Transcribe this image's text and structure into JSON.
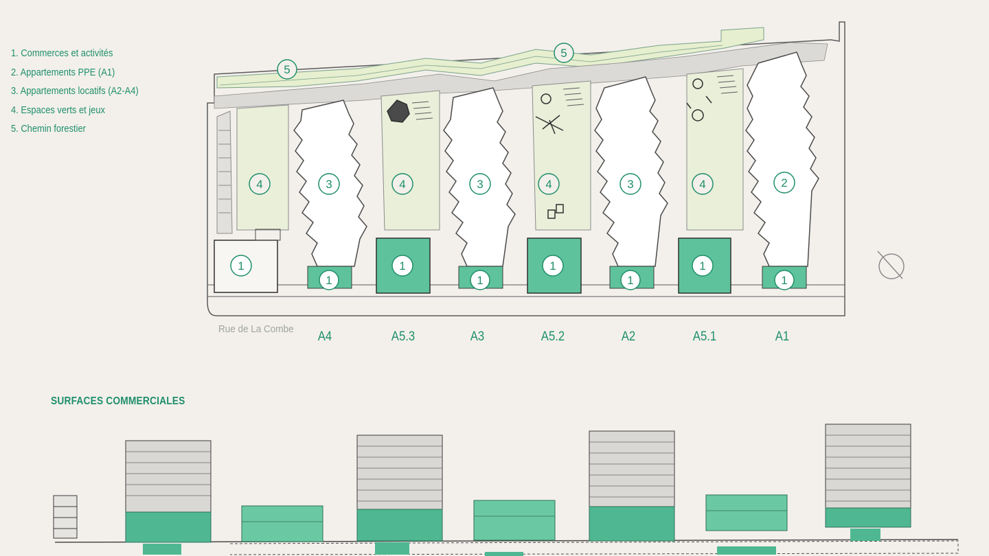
{
  "legend": [
    "1. Commerces et activités",
    "2. Appartements PPE (A1)",
    "3. Appartements locatifs (A2-A4)",
    "4. Espaces verts et jeux",
    "5. Chemin forestier"
  ],
  "street_label": "Rue de La Combe",
  "buildings": [
    "A4",
    "A5.3",
    "A3",
    "A5.2",
    "A2",
    "A5.1",
    "A1"
  ],
  "section_title": "SURFACES COMMERCIALES",
  "colors": {
    "accent": "#1f8f6a",
    "teal_fill": "#5ec39c",
    "green_area": "#e9efd9",
    "line": "#5a5a5a"
  }
}
